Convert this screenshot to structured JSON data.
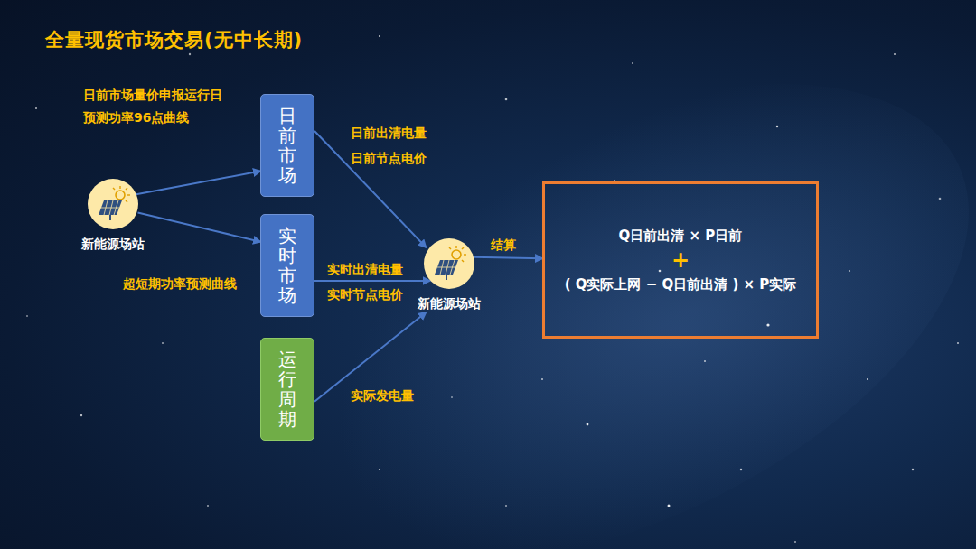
{
  "diagram": {
    "title": "全量现货市场交易(无中长期)",
    "nodes": [
      {
        "text": [
          "新能源场站"
        ]
      },
      {
        "text": [
          "日前市场"
        ]
      },
      {
        "text": [
          "实时市场"
        ]
      },
      {
        "text": [
          "运行周期"
        ]
      },
      {
        "text": [
          "新能源场站"
        ]
      },
      {
        "text": [
          "Q日前出清 × P日前",
          "+",
          "( Q实际上网 − Q日前出清 ) × P实际"
        ]
      }
    ],
    "edges": [
      {
        "from": 0,
        "to": 1,
        "arrow": "to",
        "label": "日前市场量价申报运行日 预测功率96点曲线"
      },
      {
        "from": 0,
        "to": 2,
        "arrow": "to",
        "label": "超短期功率预测曲线"
      },
      {
        "from": 1,
        "to": 4,
        "arrow": "to",
        "label": "日前出清电量 日前节点电价"
      },
      {
        "from": 2,
        "to": 4,
        "arrow": "to",
        "label": "实时出清电量 实时节点电价"
      },
      {
        "from": 3,
        "to": 4,
        "arrow": "to",
        "label": "实际发电量"
      },
      {
        "from": 4,
        "to": 5,
        "arrow": "to",
        "label": "结算"
      }
    ]
  }
}
